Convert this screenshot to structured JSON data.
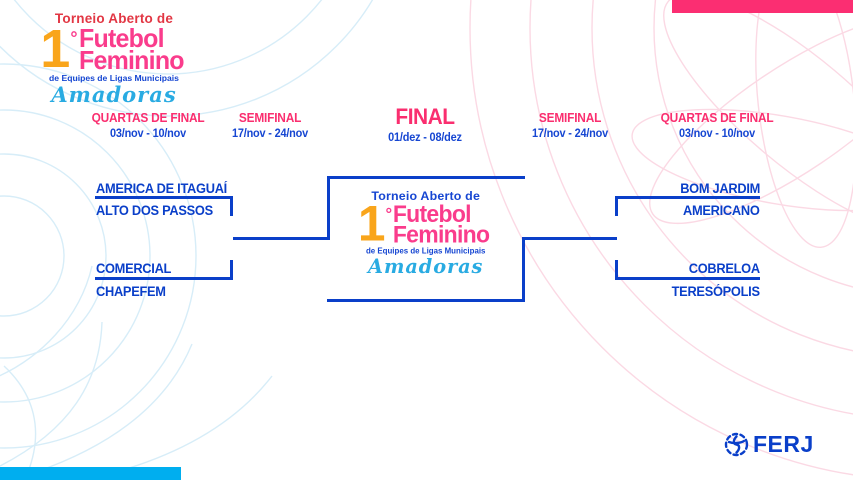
{
  "colors": {
    "bracket-blue": "#0a3fc9",
    "header-pink": "#fa2e6f",
    "date-blue": "#1646d2",
    "bar-pink": "#fb2e72",
    "bar-cyan": "#00aeef",
    "logo-red": "#e23744",
    "logo-orange": "#f9a51b",
    "logo-pink": "#fa3c8c",
    "logo-blue": "#1646d2",
    "logo-cyan": "#29abe2",
    "deco-blue": "#d7edf8",
    "deco-pink": "#fbd9e4"
  },
  "logo": {
    "top_line": "Torneio Aberto de",
    "number": "1",
    "degree": "°",
    "title_line1": "Futebol",
    "title_line2": "Feminino",
    "subtitle": "de Equipes de Ligas Municipais",
    "script": "Amadoras"
  },
  "rounds": [
    {
      "title": "QUARTAS DE FINAL",
      "dates": "03/nov - 10/nov"
    },
    {
      "title": "SEMIFINAL",
      "dates": "17/nov - 24/nov"
    },
    {
      "title": "FINAL",
      "dates": "01/dez - 08/dez"
    },
    {
      "title": "SEMIFINAL",
      "dates": "17/nov - 24/nov"
    },
    {
      "title": "QUARTAS DE FINAL",
      "dates": "03/nov - 10/nov"
    }
  ],
  "bracket": {
    "left": [
      {
        "home": "AMERICA DE ITAGUAÍ",
        "away": "ALTO DOS PASSOS"
      },
      {
        "home": "COMERCIAL",
        "away": "CHAPEFEM"
      }
    ],
    "right": [
      {
        "home": "BOM JARDIM",
        "away": "AMERICANO"
      },
      {
        "home": "COBRELOA",
        "away": "TERESÓPOLIS"
      }
    ]
  },
  "footer": {
    "ferj_label": "FERJ"
  }
}
